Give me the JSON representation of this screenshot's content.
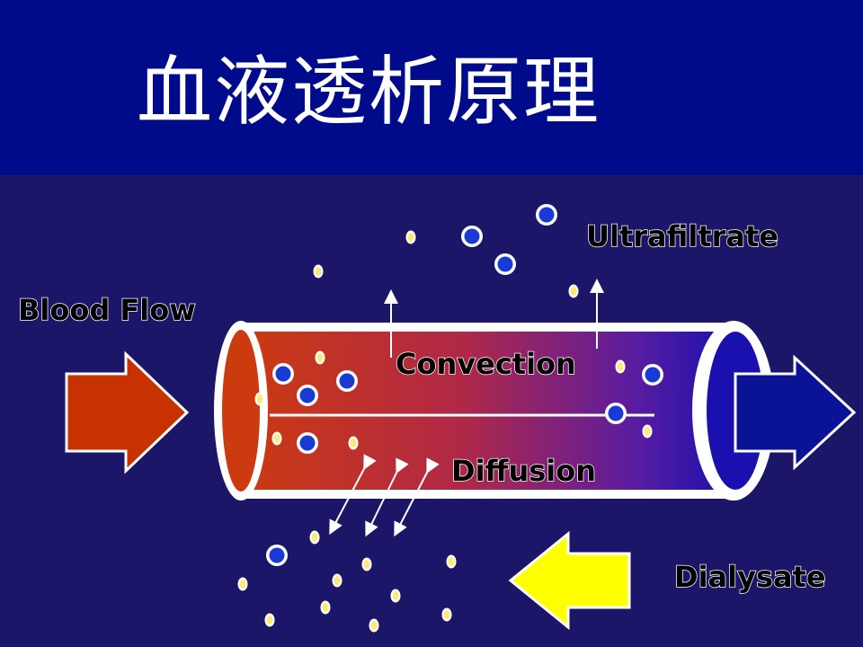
{
  "title": "血液透析原理",
  "labels": {
    "blood_flow": "Blood Flow",
    "ultrafiltrate": "Ultrafiltrate",
    "convection": "Convection",
    "diffusion": "Diffusion",
    "dialysate": "Dialysate"
  },
  "colors": {
    "title_bar": "#000b8c",
    "background": "#1c1668",
    "blood_arrow": "#c83200",
    "dialysate_arrow": "#ffff00",
    "outflow_arrow": "#0a1296",
    "tube_start": "#cc3a10",
    "tube_end": "#1a10b0",
    "large_particle": "#1a3ad6",
    "small_particle": "#ffe87a"
  }
}
